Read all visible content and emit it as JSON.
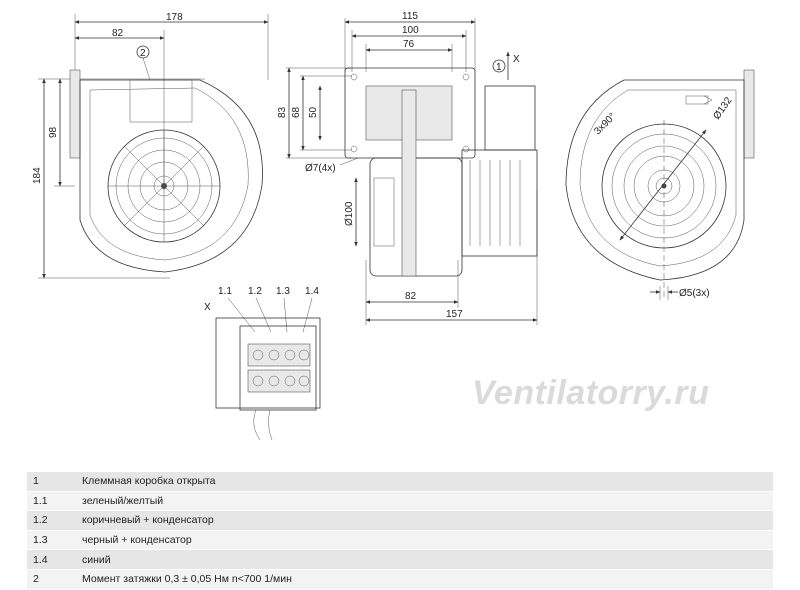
{
  "watermark": "Ventilatorry.ru",
  "front_view": {
    "dims": {
      "overall_width": "178",
      "shaft_offset": "82",
      "height_inlet": "98",
      "height_total": "184"
    },
    "callout": "2"
  },
  "side_view": {
    "dims": {
      "w115": "115",
      "w100": "100",
      "w76": "76",
      "h83": "83",
      "h68": "68",
      "h50": "50",
      "holes": "Ø7(4x)",
      "dia100": "Ø100",
      "w82": "82",
      "w157": "157"
    },
    "callout": "1",
    "view_mark": "X"
  },
  "rear_view": {
    "dims": {
      "angle": "3x90°",
      "dia132": "Ø132",
      "holes": "Ø5(3x)"
    }
  },
  "terminal_detail": {
    "view_mark": "X",
    "labels": [
      "1.1",
      "1.2",
      "1.3",
      "1.4"
    ]
  },
  "legend": [
    {
      "key": "1",
      "text": "Клеммная коробка открыта"
    },
    {
      "key": "1.1",
      "text": "зеленый/желтый"
    },
    {
      "key": "1.2",
      "text": "коричневый + конденсатор"
    },
    {
      "key": "1.3",
      "text": "черный + конденсатор"
    },
    {
      "key": "1.4",
      "text": "синий"
    },
    {
      "key": "2",
      "text": "Момент затяжки 0,3 ± 0,05 Нм n<700 1/мин"
    }
  ]
}
